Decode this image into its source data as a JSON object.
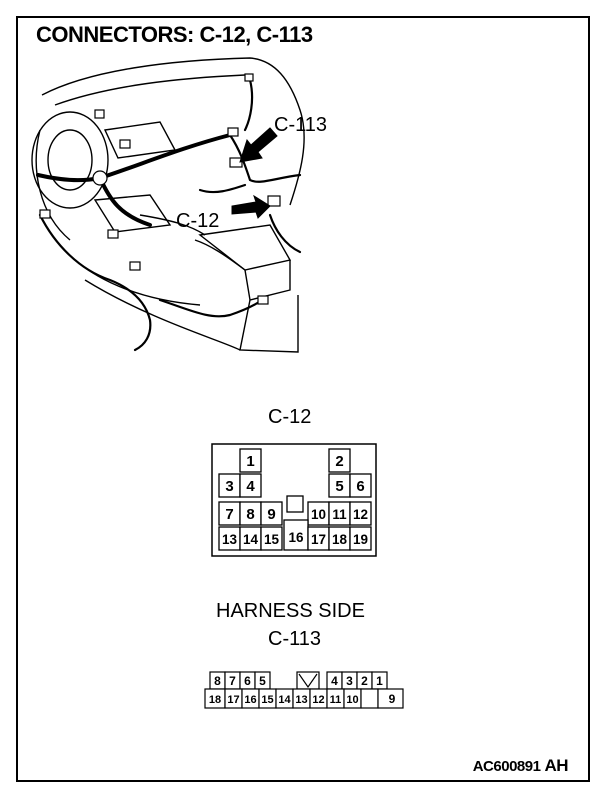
{
  "title": "CONNECTORS: C-12, C-113",
  "callouts": {
    "c113": "C-113",
    "c12": "C-12"
  },
  "c12_connector": {
    "label": "C-12",
    "pins": [
      "1",
      "2",
      "3",
      "4",
      "5",
      "6",
      "7",
      "8",
      "9",
      "10",
      "11",
      "12",
      "13",
      "14",
      "15",
      "16",
      "17",
      "18",
      "19"
    ]
  },
  "harness_side": "HARNESS SIDE",
  "c113_connector": {
    "label": "C-113",
    "top_row": [
      "8",
      "7",
      "6",
      "5",
      "4",
      "3",
      "2",
      "1"
    ],
    "bottom_row": [
      "18",
      "17",
      "16",
      "15",
      "14",
      "13",
      "12",
      "11",
      "10",
      "9"
    ]
  },
  "code": "AC600891",
  "code_suffix": "AH"
}
